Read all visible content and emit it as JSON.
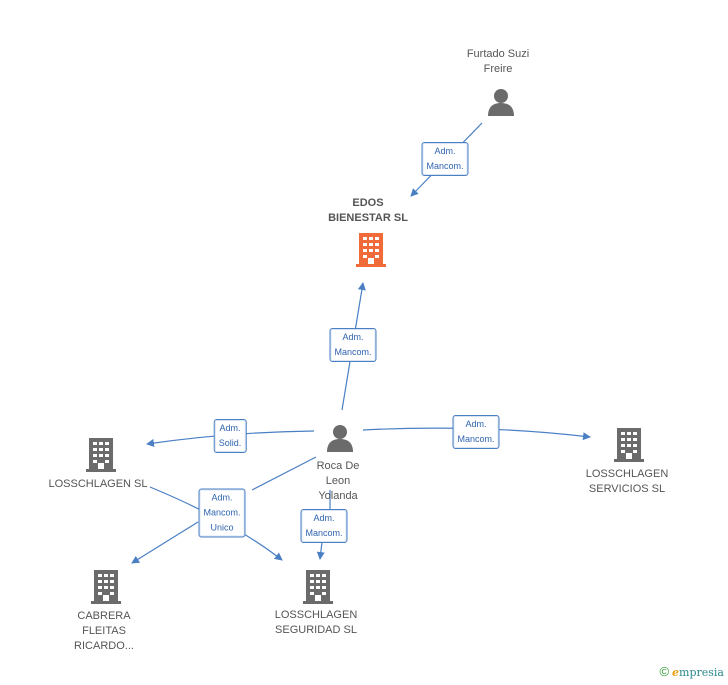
{
  "nodes": {
    "furtado": {
      "type": "person",
      "label_lines": [
        "Furtado Suzi",
        "Freire"
      ]
    },
    "edos": {
      "type": "company-focus",
      "label_lines": [
        "EDOS",
        "BIENESTAR SL"
      ]
    },
    "roca": {
      "type": "person",
      "label_lines": [
        "Roca De",
        "Leon",
        "Yolanda"
      ]
    },
    "losschlagen": {
      "type": "company",
      "label_lines": [
        "LOSSCHLAGEN SL"
      ]
    },
    "losschlagen_servicios": {
      "type": "company",
      "label_lines": [
        "LOSSCHLAGEN",
        "SERVICIOS SL"
      ]
    },
    "cabrera": {
      "type": "company",
      "label_lines": [
        "CABRERA",
        "FLEITAS",
        "RICARDO..."
      ]
    },
    "losschlagen_seguridad": {
      "type": "company",
      "label_lines": [
        "LOSSCHLAGEN",
        "SEGURIDAD SL"
      ]
    }
  },
  "edges": {
    "furtado_edos": {
      "label_lines": [
        "Adm.",
        "Mancom."
      ]
    },
    "roca_edos": {
      "label_lines": [
        "Adm.",
        "Mancom."
      ]
    },
    "roca_losschlagen": {
      "label_lines": [
        "Adm.",
        "Solid."
      ]
    },
    "roca_servicios": {
      "label_lines": [
        "Adm.",
        "Mancom."
      ]
    },
    "roca_seguridad": {
      "label_lines": [
        "Adm.",
        "Mancom."
      ]
    },
    "losschlagen_group": {
      "label_lines": [
        "Adm.",
        "Mancom.",
        "Unico"
      ]
    }
  },
  "colors": {
    "edge": "#4a7fc4",
    "person_icon": "#6b6b6b",
    "company_icon": "#6b6b6b",
    "focus_icon": "#f06a3a"
  },
  "footer": {
    "copyright_symbol": "©",
    "brand_first": "e",
    "brand_rest": "mpresia"
  }
}
